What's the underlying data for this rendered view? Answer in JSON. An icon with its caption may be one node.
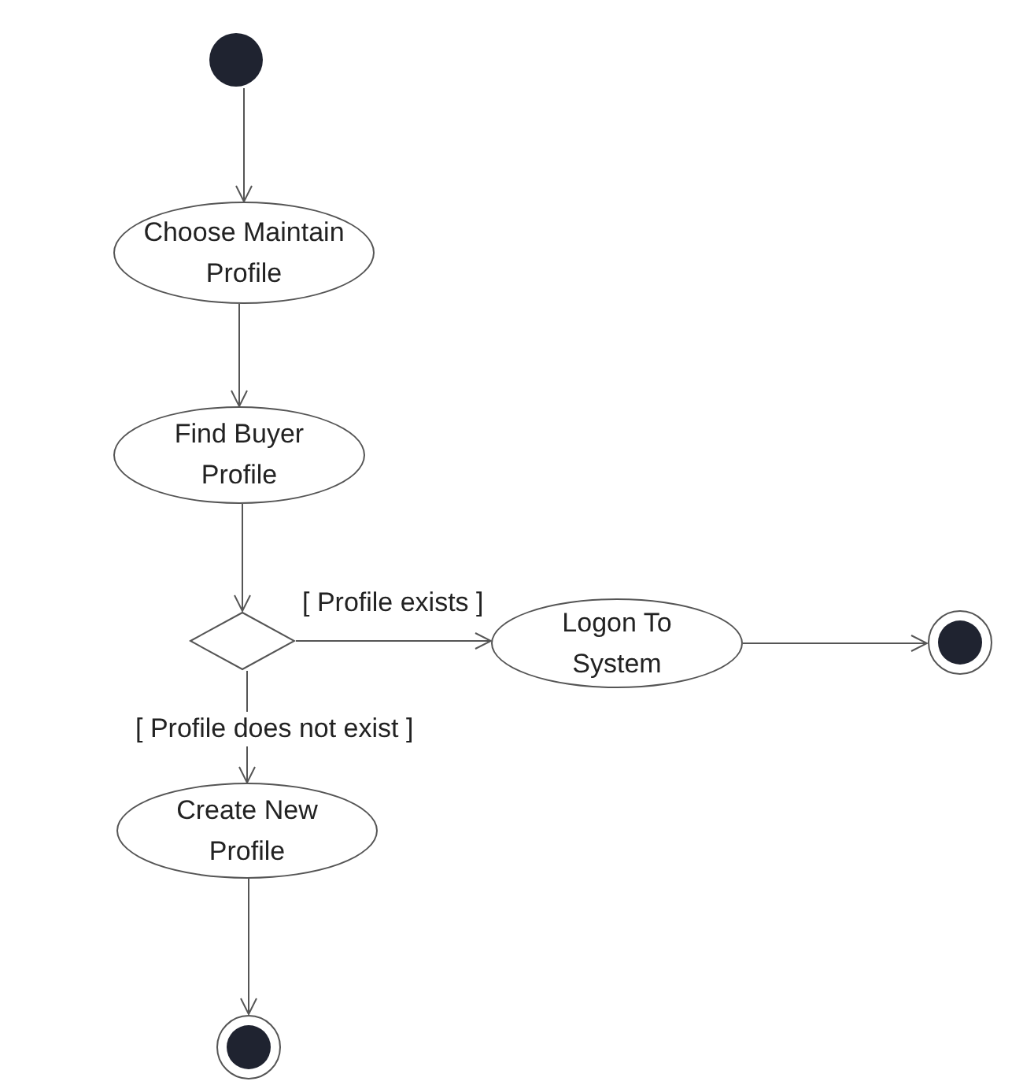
{
  "diagram": {
    "nodes": [
      {
        "text": [],
        "shape": "circle"
      },
      {
        "text": [
          "Choose Maintain Profile"
        ]
      },
      {
        "text": [
          "Find Buyer Profile"
        ]
      },
      {
        "text": [],
        "shape": "diamond"
      },
      {
        "text": [
          "Logon To System"
        ]
      },
      {
        "text": [],
        "shape": "bullseye"
      },
      {
        "text": [
          "Create New Profile"
        ]
      },
      {
        "text": [],
        "shape": "bullseye"
      }
    ],
    "edges": [
      {
        "from": 0,
        "to": 1,
        "arrow": "to"
      },
      {
        "from": 1,
        "to": 2,
        "arrow": "to"
      },
      {
        "from": 2,
        "to": 3,
        "arrow": "to"
      },
      {
        "from": 3,
        "to": 4,
        "arrow": "to",
        "label": "[ Profile exists ]"
      },
      {
        "from": 4,
        "to": 5,
        "arrow": "to"
      },
      {
        "from": 3,
        "to": 6,
        "arrow": "to",
        "label": "[ Profile does not exist ]"
      },
      {
        "from": 6,
        "to": 7,
        "arrow": "to"
      }
    ]
  }
}
